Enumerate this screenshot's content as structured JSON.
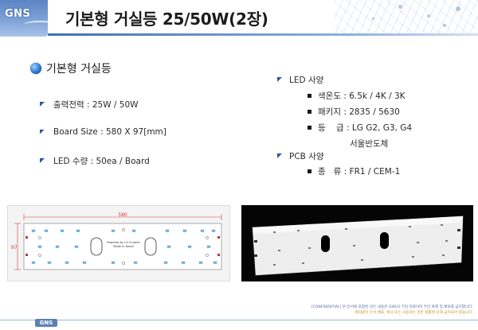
{
  "header": {
    "logo_text": "GNS",
    "title": "기본형 거실등 25/50W(2장)",
    "accent_color": "#3e6fb5"
  },
  "section": {
    "icon": "globe-bullet-icon",
    "title": "기본형 거실등"
  },
  "left_specs": [
    {
      "label": "출력전력 : 25W / 50W"
    },
    {
      "label": "Board Size : 580  X 97[mm]"
    },
    {
      "label": "LED 수량 : 50ea / Board"
    }
  ],
  "right_specs": {
    "led_heading": "LED 사양",
    "led_items": [
      "색온도 : 6.5k / 4K / 3K",
      "패키지 : 2835 / 5630",
      "등    급 : LG G2, G3, G4"
    ],
    "led_grade_cont": "서울반도체",
    "pcb_heading": "PCB 사양",
    "pcb_items": [
      "종   류 : FR1 / CEM-1"
    ]
  },
  "drawing": {
    "width_label": "580",
    "height_label": "97",
    "board_text_1": "Powered by LG Innotek",
    "board_text_2": "Made in Korea"
  },
  "footer": {
    "logo_text": "GNS",
    "notice_line1": "[CONFIDENTIAL] 본 문서에 포함된 모든 내용은 GNS의 기밀 자료이며 무단 복제 및 배포를 금지합니다.",
    "notice_line2": "협의없이 문서 배포, 복사 또는 사용하는 것은 법률에 의해 금지되어 있습니다."
  }
}
